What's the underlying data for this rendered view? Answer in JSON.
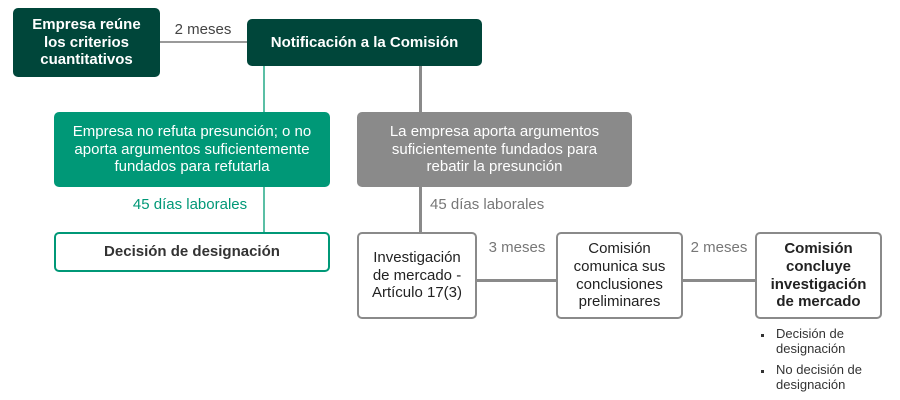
{
  "nodes": {
    "criteria": "Empresa reúne los criterios cuantitativos",
    "notification": "Notificación a la Comisión",
    "no_rebut": "Empresa no refuta presunción; o no aporta argumentos suficientemente fundados para refutarla",
    "rebut": "La empresa aporta argumentos suficientemente fundados para rebatir la presunción",
    "designation": "Decisión de designación",
    "investigation": "Investigación de mercado - Artículo 17(3)",
    "preliminary": "Comisión comunica sus conclusiones preliminares",
    "conclude": "Comisión concluye investigación de mercado"
  },
  "labels": {
    "two_months_top": "2 meses",
    "days_green": "45 días laborales",
    "days_grey": "45 días laborales",
    "three_months": "3 meses",
    "two_months_bottom": "2 meses"
  },
  "outcomes": [
    "Decisión de designación",
    "No decisión de designación"
  ],
  "colors": {
    "dark": "#00463a",
    "green": "#009877",
    "grey": "#8a8a8a",
    "teal_line": "#5bbfa5"
  }
}
